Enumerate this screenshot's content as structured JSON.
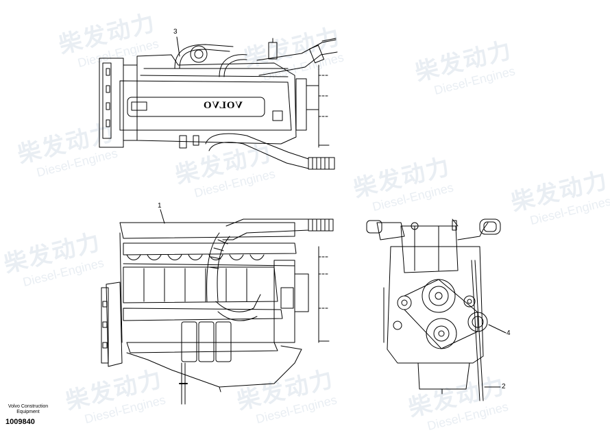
{
  "watermark": {
    "zh": "柴发动力",
    "en": "Diesel-Engines"
  },
  "logo_text": "VOLVO",
  "callouts": [
    "1",
    "2",
    "3",
    "4"
  ],
  "footer": {
    "brand_line1": "Volvo Construction",
    "brand_line2": "Equipment",
    "part_number": "1009840"
  }
}
